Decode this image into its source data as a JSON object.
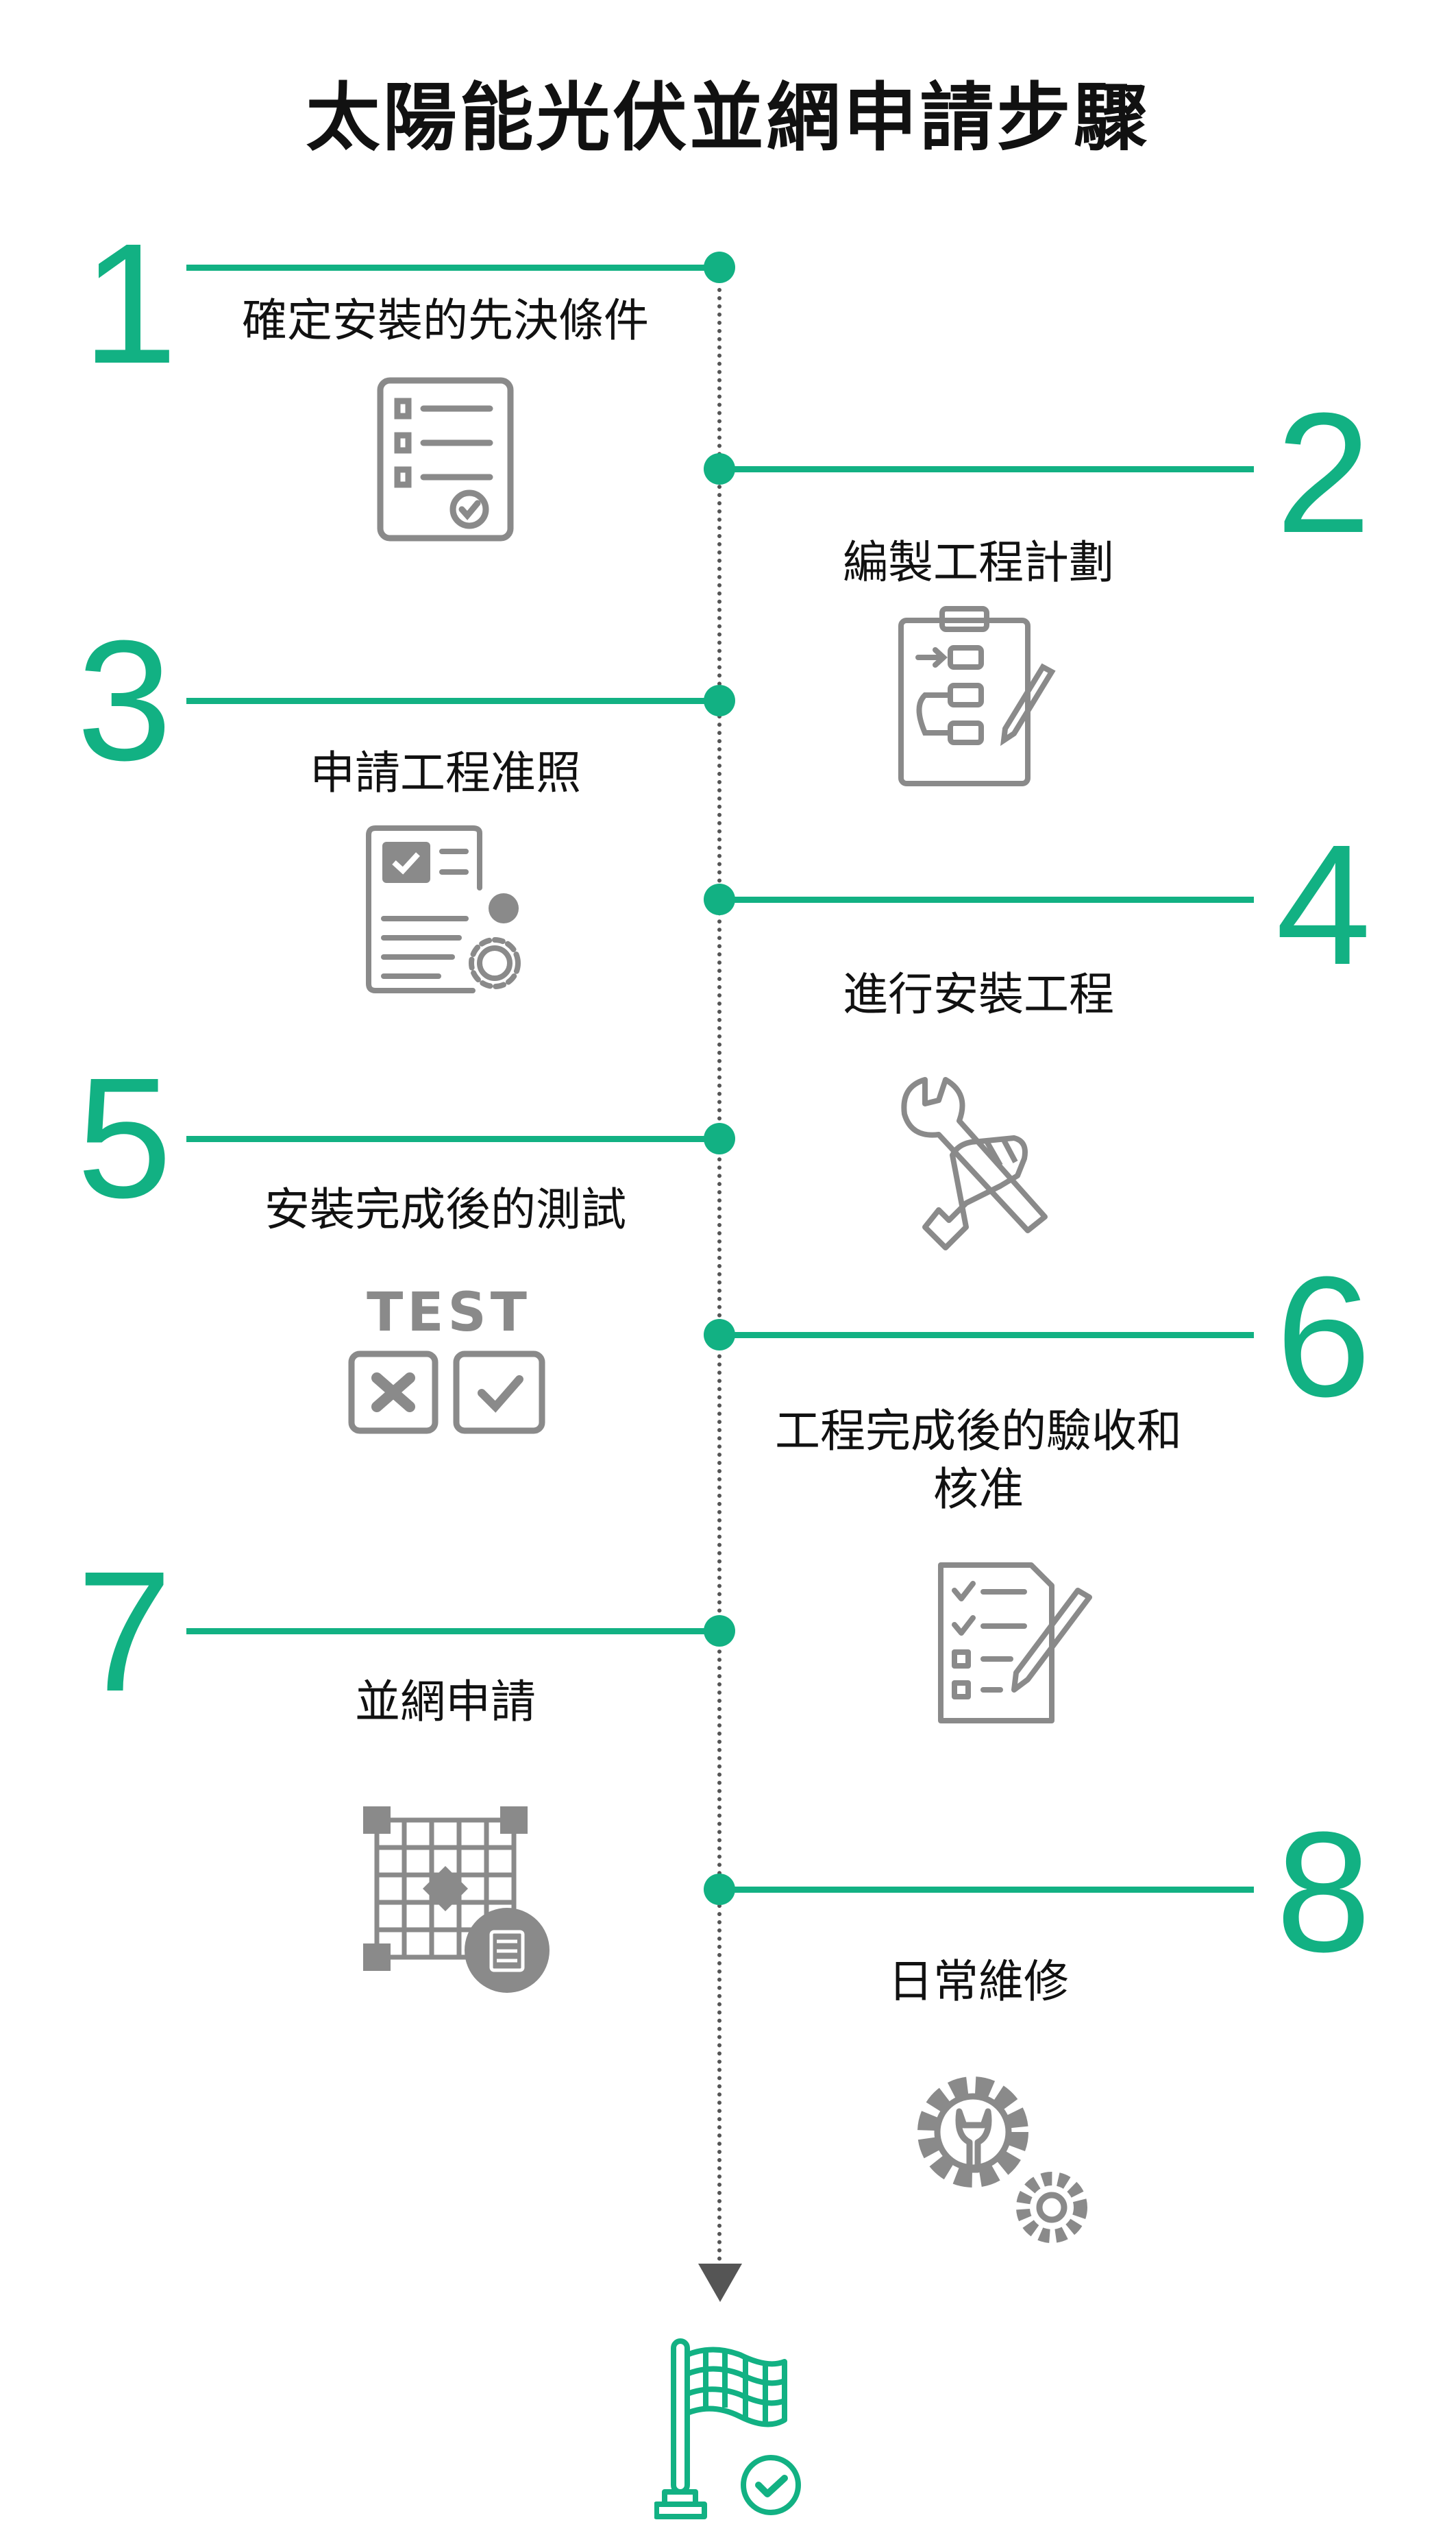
{
  "title": "太陽能光伏並網申請步驟",
  "steps": [
    {
      "number": "1",
      "label": "確定安裝的先決條件",
      "icon": "checklist-icon"
    },
    {
      "number": "2",
      "label": "編製工程計劃",
      "icon": "clipboard-flowchart-icon"
    },
    {
      "number": "3",
      "label": "申請工程准照",
      "icon": "document-settings-icon"
    },
    {
      "number": "4",
      "label": "進行安裝工程",
      "icon": "hand-wrench-icon"
    },
    {
      "number": "5",
      "label": "安裝完成後的測試",
      "icon": "test-icon",
      "icon_text": "TEST"
    },
    {
      "number": "6",
      "label": "工程完成後的驗收和",
      "label2": "核准",
      "icon": "checklist-pencil-icon"
    },
    {
      "number": "7",
      "label": "並網申請",
      "icon": "grid-document-icon"
    },
    {
      "number": "8",
      "label": "日常維修",
      "icon": "gears-wrench-icon"
    }
  ],
  "colors": {
    "accent": "#12b183",
    "icon_gray": "#8a8a8a",
    "arrow": "#555555"
  }
}
